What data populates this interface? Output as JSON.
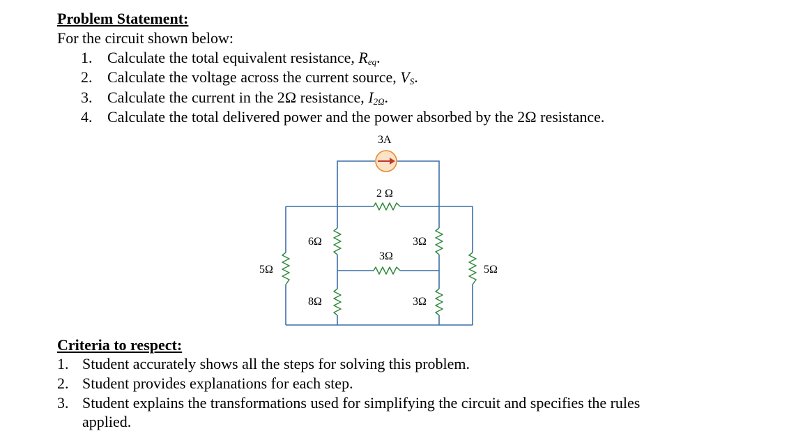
{
  "problem": {
    "heading": "Problem Statement:",
    "intro": "For the circuit shown below:",
    "items": [
      {
        "num": "1.",
        "text": "Calculate the total equivalent resistance, ",
        "var": "R",
        "sub": "eq",
        "end": "."
      },
      {
        "num": "2.",
        "text": "Calculate the voltage across the current source, ",
        "var": "V",
        "sub": "S",
        "end": "."
      },
      {
        "num": "3.",
        "text": "Calculate the current in the 2Ω resistance, ",
        "var": "I",
        "sub": "2Ω",
        "end": "."
      },
      {
        "num": "4.",
        "text": "Calculate the total delivered power and the power absorbed by the 2Ω resistance.",
        "var": "",
        "sub": "",
        "end": ""
      }
    ]
  },
  "circuit": {
    "source_label": "3A",
    "r_top": "2 Ω",
    "r_left_outer": "5Ω",
    "r_left_upper": "6Ω",
    "r_left_lower": "8Ω",
    "r_middle": "3Ω",
    "r_right_upper": "3Ω",
    "r_right_lower": "3Ω",
    "r_right_outer": "5Ω",
    "colors": {
      "wire": "#3a6fa8",
      "resistor": "#2f8a3d",
      "source": "#e98a2a"
    }
  },
  "criteria": {
    "heading": "Criteria to respect:",
    "items": [
      {
        "num": "1.",
        "text": "Student accurately shows all the steps for solving this problem."
      },
      {
        "num": "2.",
        "text": "Student provides explanations for each step."
      },
      {
        "num": "3.",
        "text": "Student explains the transformations used for simplifying the circuit and specifies the rules",
        "cont": "applied."
      }
    ]
  }
}
